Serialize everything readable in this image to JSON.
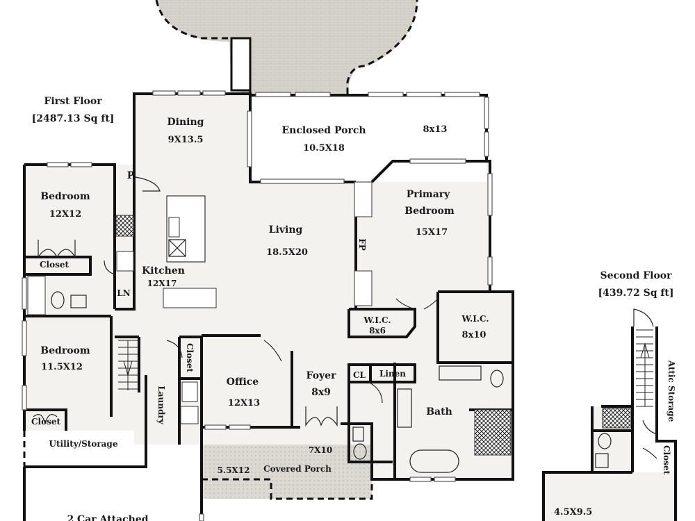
{
  "first_floor": {
    "title": "First Floor",
    "area": "[2487.13 Sq ft]",
    "rooms": {
      "dining": {
        "name": "Dining",
        "size": "9X13.5"
      },
      "enclosed_porch": {
        "name": "Enclosed Porch",
        "size": "10.5X18",
        "extra_size": "8x13"
      },
      "bedroom1": {
        "name": "Bedroom",
        "size": "12X12"
      },
      "bedroom1_closet": {
        "name": "Closet"
      },
      "pantry": {
        "name": "P"
      },
      "living": {
        "name": "Living",
        "size": "18.5X20"
      },
      "fireplace": {
        "name": "FP"
      },
      "primary_bedroom": {
        "name1": "Primary",
        "name2": "Bedroom",
        "size": "15X17"
      },
      "kitchen": {
        "name": "Kitchen",
        "size": "12X17"
      },
      "linen_ln": {
        "name": "LN"
      },
      "wic1": {
        "name": "W.I.C.",
        "size": "8x6"
      },
      "wic2": {
        "name": "W.I.C.",
        "size": "8x10"
      },
      "bedroom2": {
        "name": "Bedroom",
        "size": "11.5X12"
      },
      "bedroom2_closet": {
        "name": "Closet"
      },
      "hall_closet": {
        "name": "Closet"
      },
      "office": {
        "name": "Office",
        "size": "12X13"
      },
      "foyer": {
        "name": "Foyer",
        "size": "8x9"
      },
      "cl": {
        "name": "CL"
      },
      "linen": {
        "name": "Linen"
      },
      "bath": {
        "name": "Bath"
      },
      "laundry": {
        "name": "Laundry"
      },
      "utility": {
        "name": "Utility/Storage"
      },
      "covered_porch": {
        "name": "Covered Porch",
        "size_a": "7X10",
        "size_b": "5.5X12"
      },
      "garage": {
        "name": "2 Car Attached"
      }
    }
  },
  "second_floor": {
    "title": "Second Floor",
    "area": "[439.72 Sq ft]",
    "rooms": {
      "attic": {
        "name": "Attic Storage"
      },
      "closet": {
        "name": "Closet"
      },
      "room": {
        "size": "4.5X9.5"
      }
    }
  }
}
